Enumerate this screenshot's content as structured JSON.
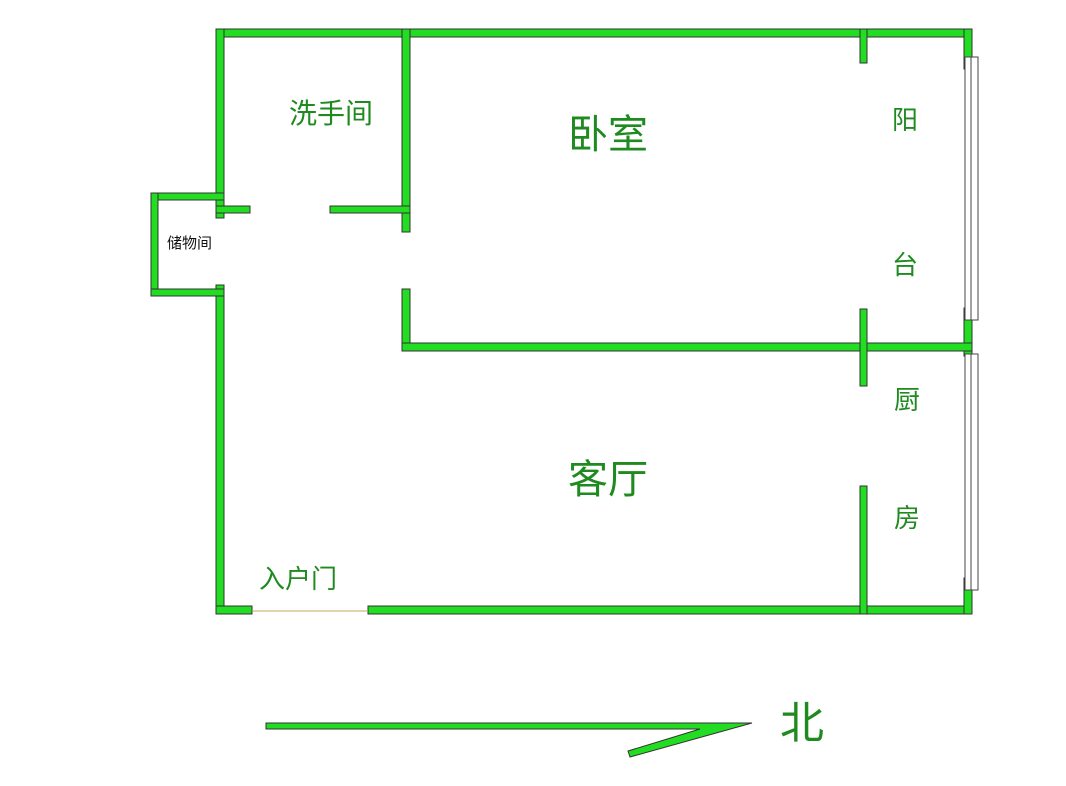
{
  "colors": {
    "wall_fill": "#22dd22",
    "wall_outline": "#333333",
    "label_text": "#1f8a1f",
    "small_label_text": "#111111",
    "window_frame": "#444444",
    "door_gap": "#c8a45a",
    "background": "#ffffff"
  },
  "rooms": {
    "washroom": "洗手间",
    "bedroom": "卧室",
    "balcony_1": "阳",
    "balcony_2": "台",
    "storage": "储物间",
    "living_room": "客厅",
    "kitchen_1": "厨",
    "kitchen_2": "房",
    "entrance": "入户门"
  },
  "compass": {
    "label": "北",
    "icon": "north-arrow-icon"
  }
}
